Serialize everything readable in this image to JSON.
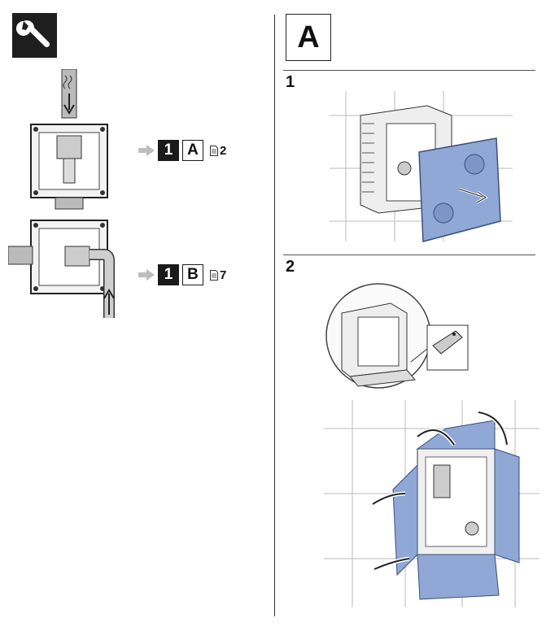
{
  "header": {
    "tool_icon": "wrench-icon",
    "section_letter": "A"
  },
  "left": {
    "variants": [
      {
        "number": "1",
        "letter": "A",
        "page": "2",
        "doc_icon": "document-icon"
      },
      {
        "number": "1",
        "letter": "B",
        "page": "7",
        "doc_icon": "document-icon"
      }
    ]
  },
  "right": {
    "steps": [
      {
        "number": "1"
      },
      {
        "number": "2"
      }
    ]
  },
  "colors": {
    "panel_blue": "#8fa8d6",
    "panel_blue_dark": "#5d78b0",
    "line": "#333333",
    "arrow_gray": "#bdbdbd"
  }
}
